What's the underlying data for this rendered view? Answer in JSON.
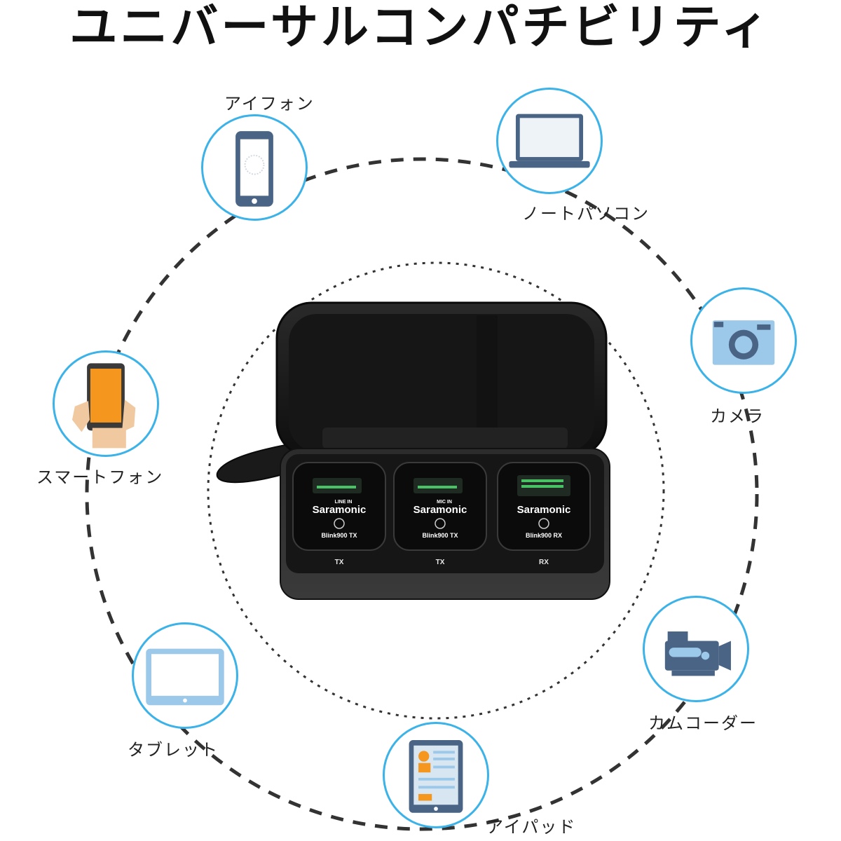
{
  "title": "ユニバーサルコンパチビリティ",
  "devices": [
    {
      "label": "アイフォン",
      "icon": "smartphone-icon"
    },
    {
      "label": "ノートパソコン",
      "icon": "laptop-icon"
    },
    {
      "label": "カメラ",
      "icon": "camera-icon"
    },
    {
      "label": "スマートフォン",
      "icon": "phone-in-hand-icon"
    },
    {
      "label": "タブレット",
      "icon": "tablet-icon"
    },
    {
      "label": "カムコーダー",
      "icon": "camcorder-icon"
    },
    {
      "label": "アイパッド",
      "icon": "ipad-icon"
    }
  ],
  "product": {
    "brand": "Saramonic",
    "units": [
      {
        "model": "Blink900 TX",
        "slot_label": "TX",
        "screen_tag": "LINE IN"
      },
      {
        "model": "Blink900 TX",
        "slot_label": "TX",
        "screen_tag": "MIC IN"
      },
      {
        "model": "Blink900 RX",
        "slot_label": "RX",
        "screen_tag": ""
      }
    ]
  },
  "colors": {
    "accent_ring": "#3bb2e8",
    "icon_dark": "#4a6486",
    "icon_light": "#9cc8ea",
    "case": "#1b1b1b"
  }
}
